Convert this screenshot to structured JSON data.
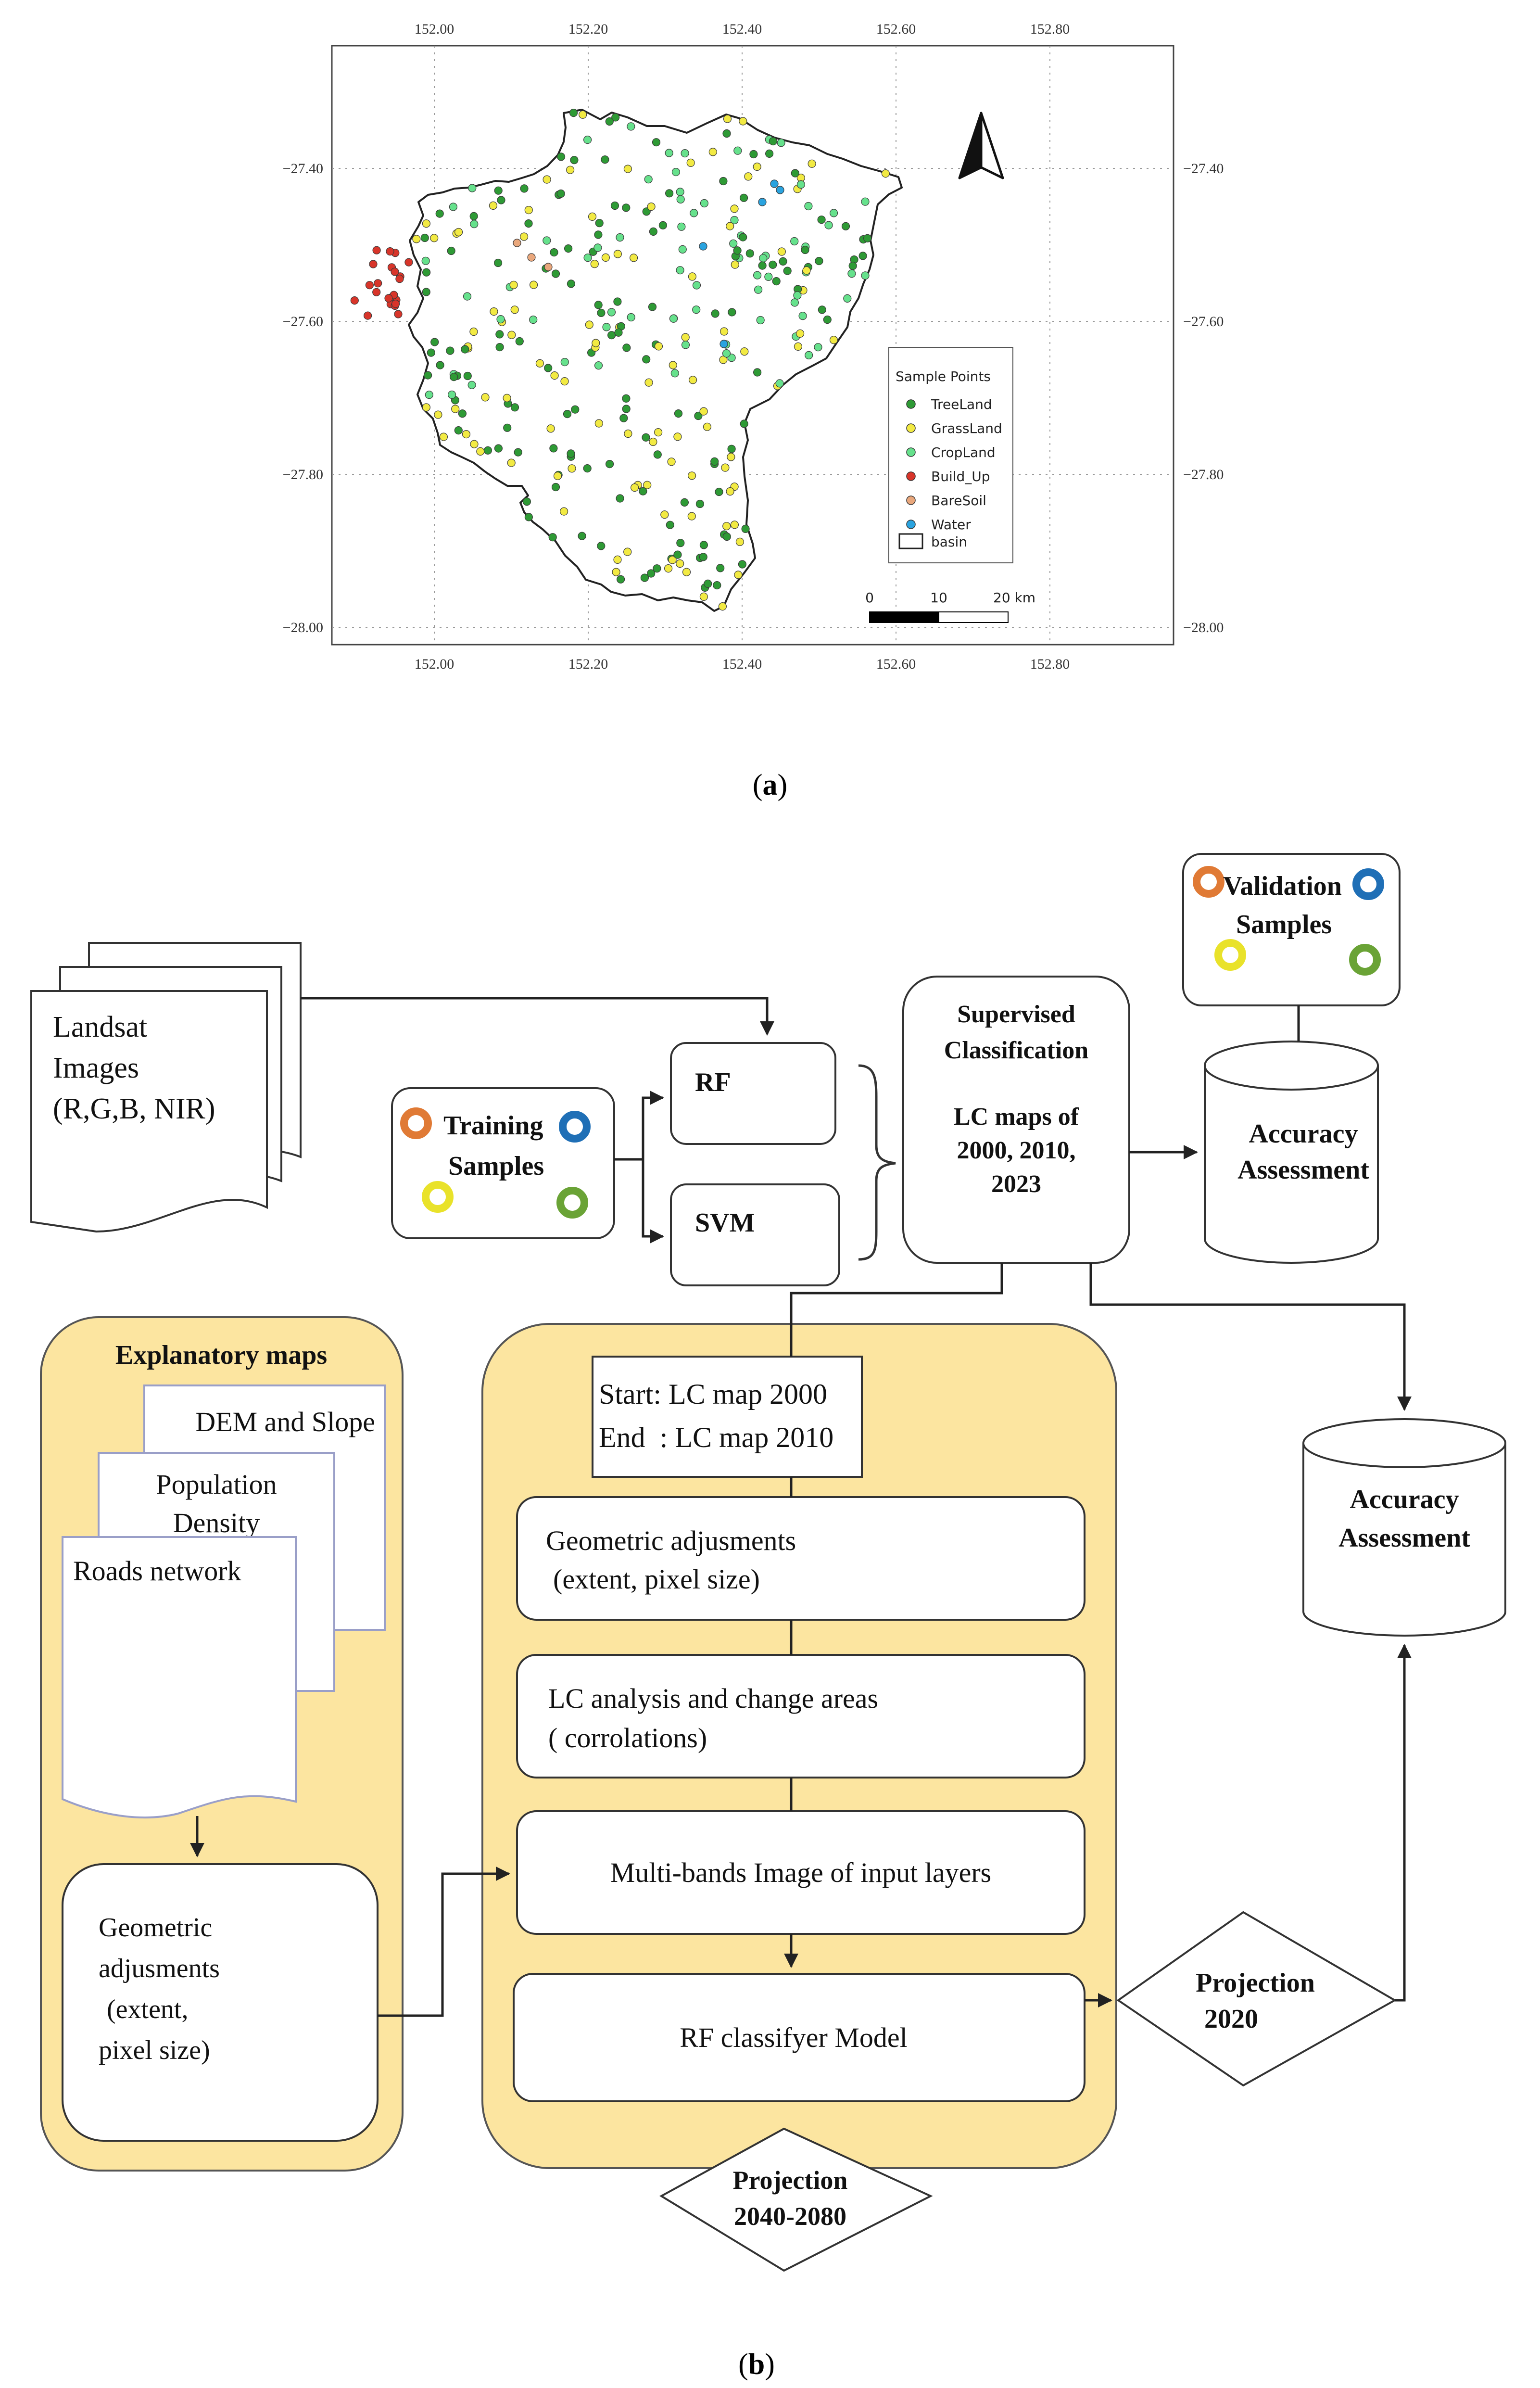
{
  "map": {
    "x_ticks": [
      "152.00",
      "152.20",
      "152.40",
      "152.60",
      "152.80"
    ],
    "y_ticks": [
      "−27.40",
      "−27.60",
      "−27.80",
      "−28.00"
    ],
    "legend": {
      "title": "Sample Points",
      "items": [
        {
          "label": "TreeLand",
          "color": "#2e9a35"
        },
        {
          "label": "GrassLand",
          "color": "#f2ea43"
        },
        {
          "label": "CropLand",
          "color": "#66e18c"
        },
        {
          "label": "Build_Up",
          "color": "#d8352a"
        },
        {
          "label": "BareSoil",
          "color": "#e9a77c"
        },
        {
          "label": "Water",
          "color": "#2aa3df"
        }
      ],
      "basin_label": "basin"
    },
    "scale": {
      "label_0": "0",
      "label_10": "10",
      "label_20": "20 km"
    }
  },
  "caption_a": {
    "open": "(",
    "letter": "a",
    "close": ")"
  },
  "caption_b": {
    "open": "(",
    "letter": "b",
    "close": ")"
  },
  "flowchart": {
    "landsat": [
      "Landsat",
      "Images",
      "(R,G,B, NIR)"
    ],
    "training": [
      "Training",
      "Samples"
    ],
    "validation": [
      "Validation",
      "Samples"
    ],
    "rf": "RF",
    "svm": "SVM",
    "supervised": [
      "Supervised",
      "Classification",
      "LC maps of",
      "2000, 2010,",
      "2023"
    ],
    "accuracy_top": [
      "Accuracy",
      "Assessment"
    ],
    "accuracy_right": [
      "Accuracy",
      "Assessment"
    ],
    "explanatory_title": "Explanatory maps",
    "dem": "DEM and Slope",
    "population": [
      "Population",
      "Density"
    ],
    "roads": "Roads network",
    "geometric_left": [
      "Geometric",
      "adjusments",
      "(extent,",
      "pixel size)"
    ],
    "start_end": [
      "Start: LC map 2000",
      "End  : LC map 2010"
    ],
    "geometric_mid": [
      "Geometric adjusments",
      "(extent, pixel size)"
    ],
    "lc_analysis": [
      "LC analysis and change areas",
      "( corrolations)"
    ],
    "multiband": "Multi-bands Image of input layers",
    "rf_model": "RF classifyer Model",
    "projection_2020": [
      "Projection",
      "2020"
    ],
    "projection_2040": [
      "Projection",
      "2040-2080"
    ]
  },
  "colors": {
    "treeland": "#2e9a35",
    "grassland": "#f2ea43",
    "cropland": "#66e18c",
    "buildup": "#d8352a",
    "baresoil": "#e9a77c",
    "water": "#2aa3df",
    "panel_fill": "#fce5a0",
    "ring_orange": "#e07a35",
    "ring_blue": "#1f6fb6",
    "ring_yellow": "#e9e22a",
    "ring_green": "#6aa336"
  }
}
